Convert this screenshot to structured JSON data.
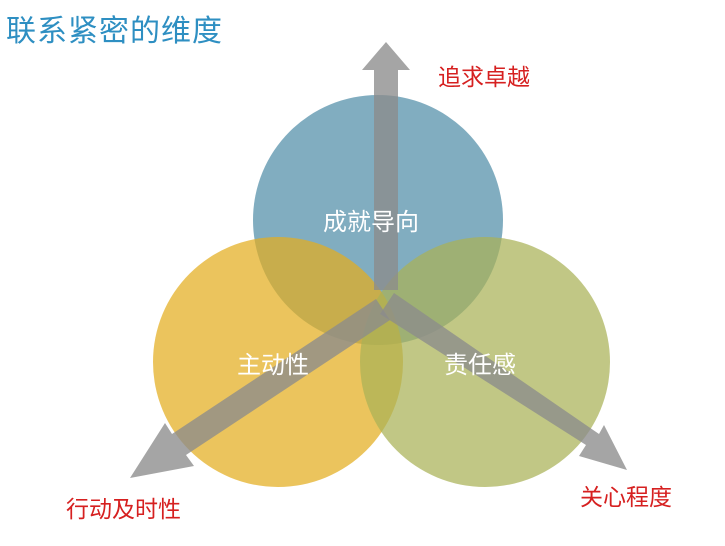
{
  "title": "联系紧密的维度",
  "circles": {
    "top": {
      "label": "成就导向",
      "color": "#5E96AE"
    },
    "left": {
      "label": "主动性",
      "color": "#E3AD1E"
    },
    "right": {
      "label": "责任感",
      "color": "#A9B256"
    }
  },
  "axes": {
    "up": {
      "label": "追求卓越"
    },
    "left": {
      "label": "行动及时性"
    },
    "right": {
      "label": "关心程度"
    }
  },
  "colors": {
    "title": "#2E8FC2",
    "axis_label": "#D62020",
    "arrow": "#8C8C8C"
  }
}
